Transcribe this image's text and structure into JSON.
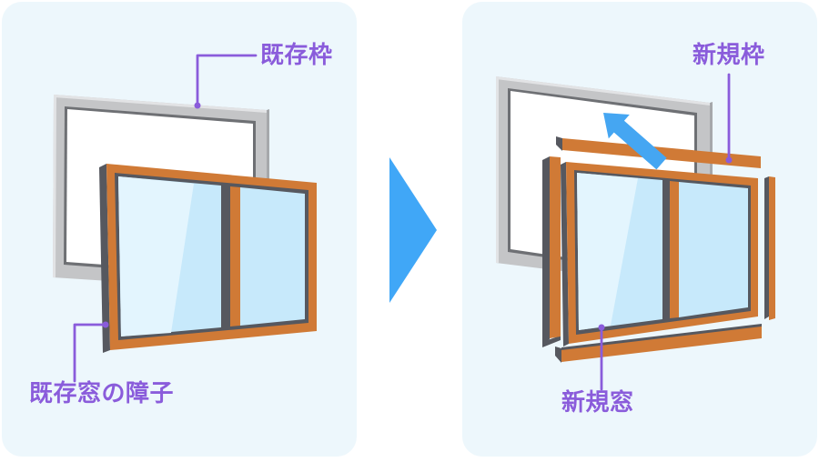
{
  "diagram": {
    "left_panel": {
      "label_frame": "既存枠",
      "label_sash": "既存窓の障子"
    },
    "right_panel": {
      "label_frame": "新規枠",
      "label_window": "新規窓"
    },
    "icons": {
      "transition_arrow": "right-pointing-triangle",
      "install_arrow": "up-left-arrow"
    },
    "colors": {
      "panel_bg": "#EDF7FC",
      "gray_frame": "#C4C5C7",
      "gray_highlight": "#E2E3E5",
      "gray_inner": "#6E7074",
      "gray_depth": "#A6A8AB",
      "white": "#FFFFFF",
      "orange": "#D07A36",
      "dark": "#56585F",
      "glass": "#C7E9FB",
      "glass_highlight": "#E3F5FE",
      "purple": "#8A5CDB",
      "arrow_blue": "#45A6F2",
      "triangle_blue": "#40A7F7"
    }
  }
}
